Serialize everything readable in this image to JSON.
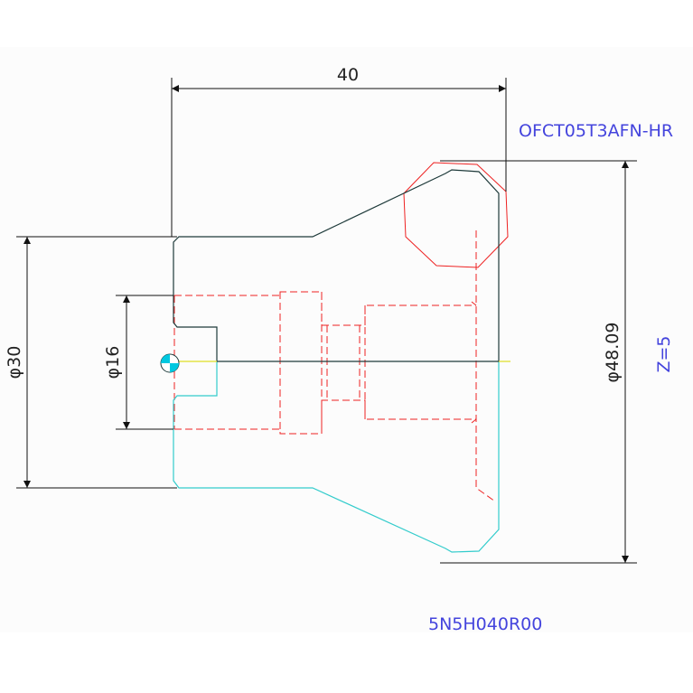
{
  "drawing": {
    "dimensions": {
      "width_top": "40",
      "diameter_outer": "φ30",
      "diameter_inner": "φ16",
      "diameter_tool": "φ48.09"
    },
    "labels": {
      "insert_code": "OFCT05T3AFN-HR",
      "depth_note": "Z=5",
      "cutter_code": "5N5H040R00"
    }
  },
  "colors": {
    "outline_upper": "#1e3a3a",
    "outline_lower": "#33cccc",
    "hidden_lines": "#ee2222",
    "dimension": "#111111",
    "annotation": "#4444dd",
    "centerline": "#dddd22",
    "origin_marker": "#00c8e0"
  },
  "icons": {
    "origin": "origin-marker-icon"
  }
}
